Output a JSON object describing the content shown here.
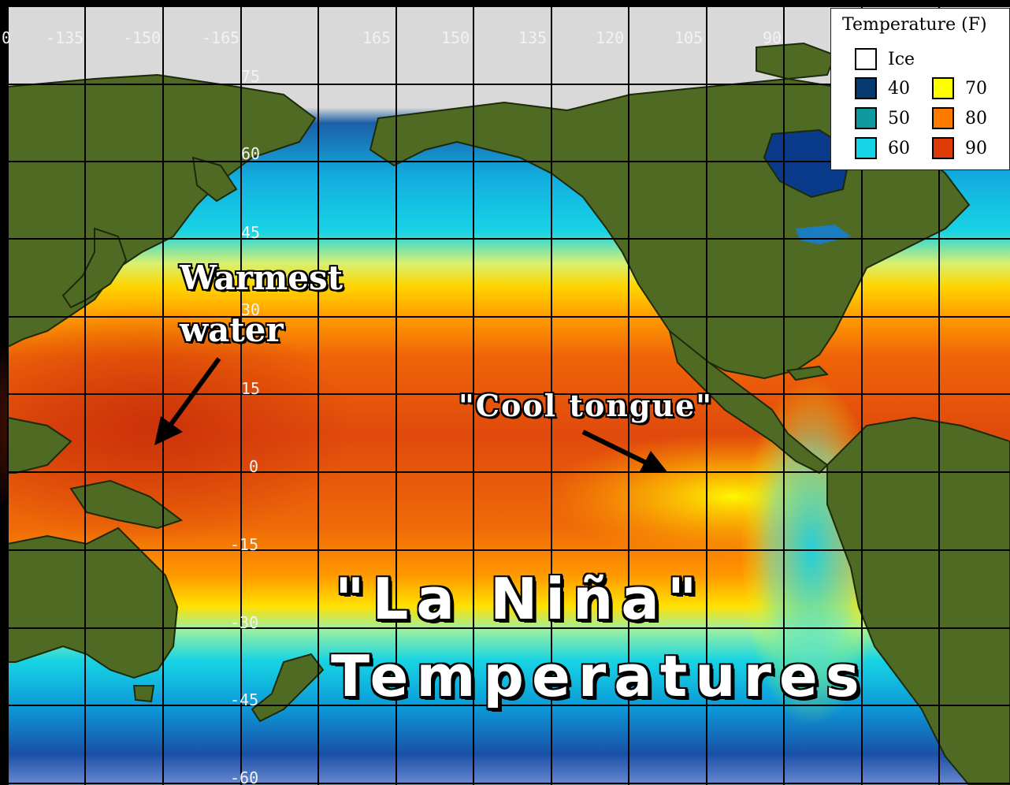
{
  "title": {
    "line1": "\"La Niña\"",
    "line2": "Temperatures"
  },
  "annotations": {
    "warmest_line1": "Warmest",
    "warmest_line2": "water",
    "cool_tongue": "\"Cool tongue\""
  },
  "legend": {
    "title": "Temperature (F)",
    "items": [
      {
        "label": "Ice",
        "color": "#ffffff"
      },
      {
        "label": "40",
        "color": "#083a72"
      },
      {
        "label": "50",
        "color": "#0e9a9e"
      },
      {
        "label": "60",
        "color": "#16d4e6"
      },
      {
        "label": "70",
        "color": "#ffff00"
      },
      {
        "label": "80",
        "color": "#ff7a00"
      },
      {
        "label": "90",
        "color": "#dd3a08"
      }
    ]
  },
  "grid": {
    "longitudes": [
      "0",
      "-135",
      "-150",
      "-165",
      "165",
      "150",
      "135",
      "120",
      "105",
      "90"
    ],
    "latitudes": [
      "75",
      "60",
      "45",
      "30",
      "15",
      "0",
      "-15",
      "-30",
      "-45",
      "-60"
    ]
  },
  "colors": {
    "land": "#4f6a22",
    "ice": "#d8d8d8",
    "warm": "#dd4a10",
    "cool": "#16d4e6",
    "deep": "#0a3a8a"
  }
}
